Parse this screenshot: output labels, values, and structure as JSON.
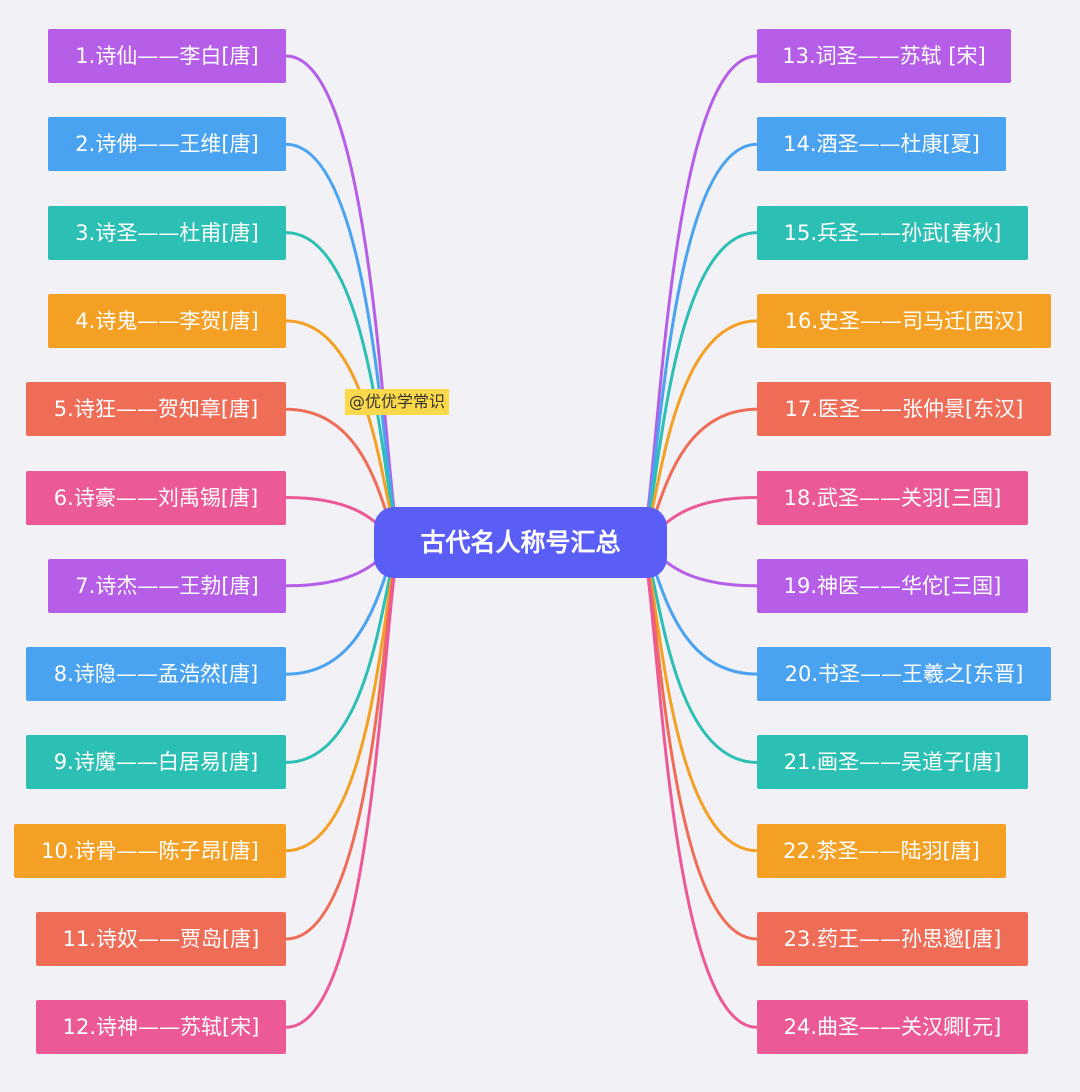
{
  "center": {
    "label": "古代名人称号汇总",
    "color": "#5b5ef6"
  },
  "watermark": "@优优学常识",
  "colors": {
    "purple": "#b65ee8",
    "blue": "#4aa3f0",
    "teal": "#2cbfb4",
    "orange": "#f4a024",
    "red": "#ef6c57",
    "pink": "#ec5997"
  },
  "left_nodes": [
    {
      "label": "1.诗仙——李白[唐]",
      "color": "purple"
    },
    {
      "label": "2.诗佛——王维[唐]",
      "color": "blue"
    },
    {
      "label": "3.诗圣——杜甫[唐]",
      "color": "teal"
    },
    {
      "label": "4.诗鬼——李贺[唐]",
      "color": "orange"
    },
    {
      "label": "5.诗狂——贺知章[唐]",
      "color": "red"
    },
    {
      "label": "6.诗豪——刘禹锡[唐]",
      "color": "pink"
    },
    {
      "label": "7.诗杰——王勃[唐]",
      "color": "purple"
    },
    {
      "label": "8.诗隐——孟浩然[唐]",
      "color": "blue"
    },
    {
      "label": "9.诗魔——白居易[唐]",
      "color": "teal"
    },
    {
      "label": "10.诗骨——陈子昂[唐]",
      "color": "orange"
    },
    {
      "label": "11.诗奴——贾岛[唐]",
      "color": "red"
    },
    {
      "label": "12.诗神——苏轼[宋]",
      "color": "pink"
    }
  ],
  "right_nodes": [
    {
      "label": "13.词圣——苏轼 [宋]",
      "color": "purple"
    },
    {
      "label": "14.酒圣——杜康[夏]",
      "color": "blue"
    },
    {
      "label": "15.兵圣——孙武[春秋]",
      "color": "teal"
    },
    {
      "label": "16.史圣——司马迁[西汉]",
      "color": "orange"
    },
    {
      "label": "17.医圣——张仲景[东汉]",
      "color": "red"
    },
    {
      "label": "18.武圣——关羽[三国]",
      "color": "pink"
    },
    {
      "label": "19.神医——华佗[三国]",
      "color": "purple"
    },
    {
      "label": "20.书圣——王羲之[东晋]",
      "color": "blue"
    },
    {
      "label": "21.画圣——吴道子[唐]",
      "color": "teal"
    },
    {
      "label": "22.茶圣——陆羽[唐]",
      "color": "orange"
    },
    {
      "label": "23.药王——孙思邈[唐]",
      "color": "red"
    },
    {
      "label": "24.曲圣——关汉卿[元]",
      "color": "pink"
    }
  ]
}
